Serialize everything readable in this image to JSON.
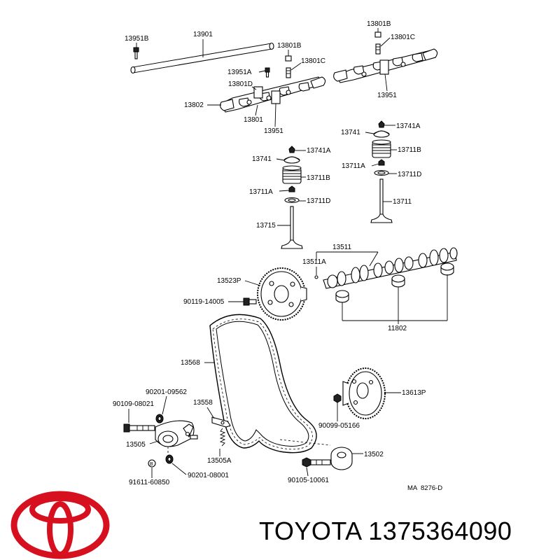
{
  "brand": {
    "name": "TOYOTA",
    "part_number": "1375364090",
    "logo_color": "#d7101f"
  },
  "drawing_code": "MA  8276-D",
  "parts": {
    "p13951B": "13951B",
    "p13901": "13901",
    "p13801B_r": "13801B",
    "p13801C_r": "13801C",
    "p13801B_m": "13801B",
    "p13801C_m": "13801C",
    "p13951A": "13951A",
    "p13801D": "13801D",
    "p13802": "13802",
    "p13801": "13801",
    "p13951_l": "13951",
    "p13951_r": "13951",
    "p13741_r": "13741",
    "p13741A_r": "13741A",
    "p13711B_r": "13711B",
    "p13711A_r": "13711A",
    "p13711D_r": "13711D",
    "p13711": "13711",
    "p13741_l": "13741",
    "p13741A_l": "13741A",
    "p13711B_l": "13711B",
    "p13711A_l": "13711A",
    "p13711D_l": "13711D",
    "p13715": "13715",
    "p13511": "13511",
    "p13511A": "13511A",
    "p13523P": "13523P",
    "p90119": "90119-14005",
    "p11802": "11802",
    "p13568": "13568",
    "p13613P": "13613P",
    "p90099": "90099-05166",
    "p90201_09562": "90201-09562",
    "p90109": "90109-08021",
    "p13558": "13558",
    "p13505": "13505",
    "p13505A": "13505A",
    "p13502": "13502",
    "p91611": "91611-60850",
    "p90201_08001": "90201-08001",
    "p90105": "90105-10061"
  }
}
